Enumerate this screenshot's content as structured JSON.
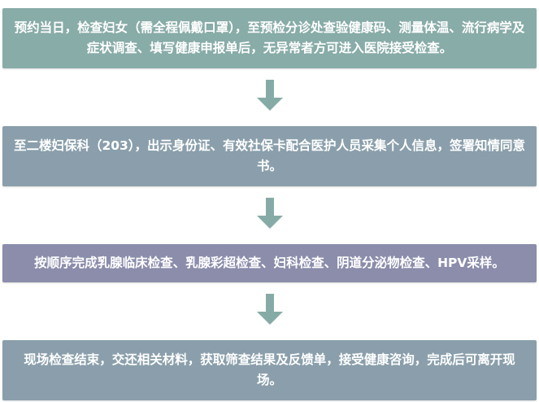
{
  "steps": [
    {
      "text": "预约当日，检查妇女（需全程佩戴口罩），至预检分诊处查验健康码、测量体温、流行病学及症状调查、填写健康申报单后，无异常者方可进入医院接受检查。",
      "color": "#88aca8"
    },
    {
      "text": "至二楼妇保科（203），出示身份证、有效社保卡配合医护人员采集个人信息，签署知情同意书。",
      "color": "#8a9fab"
    },
    {
      "text": "按顺序完成乳腺临床检查、乳腺彩超检查、妇科检查、阴道分泌物检查、HPV采样。",
      "color": "#8b8dab"
    },
    {
      "text": "现场检查结束，交还相关材料，获取筛查结果及反馈单，接受健康咨询，完成后可离开现场。",
      "color": "#8a9fab"
    }
  ],
  "arrow_color": "#86aba6",
  "arrow_icon": "arrow-down-icon"
}
